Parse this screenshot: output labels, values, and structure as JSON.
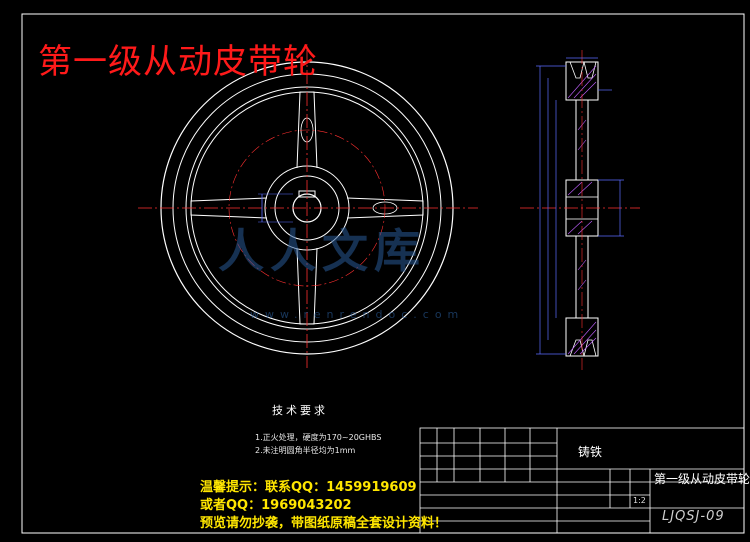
{
  "drawing": {
    "title": "第一级从动皮带轮",
    "tech_requirements": {
      "heading": "技术要求",
      "items": [
        "1.正火处理，硬度为170~20GHBS",
        "2.未注明圆角半径均为1mm"
      ]
    },
    "title_block": {
      "material": "铸铁",
      "part_name": "第一级从动皮带轮",
      "drawing_number": "LJQSJ-09",
      "scale": "1:2"
    },
    "watermark": {
      "text": "人人文库",
      "url": "www.renrendoc.com"
    }
  },
  "notice": {
    "line1": "温馨提示：联系QQ：1459919609",
    "line2": "或者QQ：1969043202",
    "line3": "预览请勿抄袭，带图纸原稿全套设计资料！"
  },
  "colors": {
    "background": "#000000",
    "outline": "#ffffff",
    "center_line": "#ff3030",
    "dimension": "#5b6cff",
    "hatch": "#c060ff",
    "notice": "#ffe600",
    "title": "#ff1a1a"
  }
}
